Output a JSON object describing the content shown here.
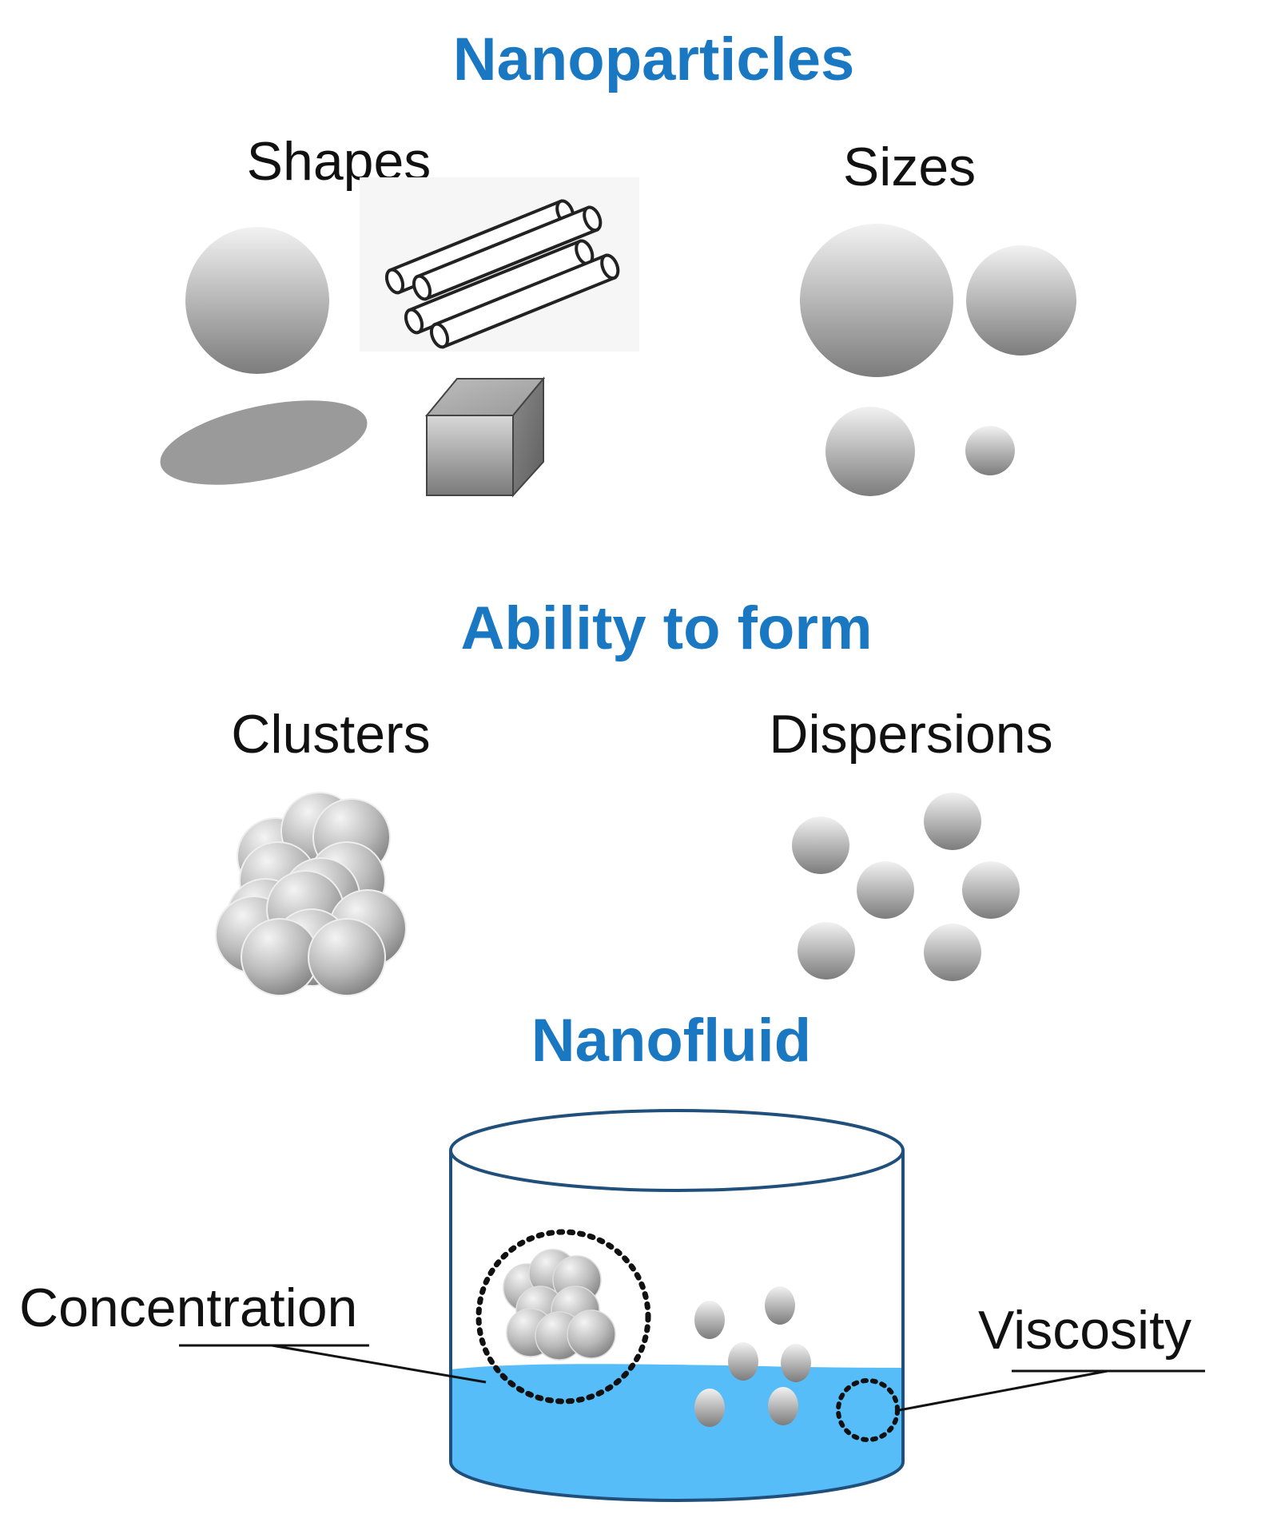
{
  "sections": {
    "nanoparticles": {
      "title": "Nanoparticles",
      "shapes_label": "Shapes",
      "sizes_label": "Sizes"
    },
    "ability": {
      "title": "Ability to form",
      "clusters_label": "Clusters",
      "dispersions_label": "Dispersions"
    },
    "nanofluid": {
      "title": "Nanofluid",
      "concentration_label": "Concentration",
      "viscosity_label": "Viscosity"
    }
  },
  "colors": {
    "heading": "#1a78c2",
    "text": "#111111",
    "fluid": "#56bdf8",
    "container_outline": "#1f4f7a",
    "particle_light": "#f2f2f2",
    "particle_dark": "#7a7a7a"
  },
  "icons": [
    "sphere-icon",
    "rods-icon",
    "ellipse-icon",
    "cube-icon",
    "cluster-icon",
    "dispersion-icon",
    "beaker-icon"
  ]
}
